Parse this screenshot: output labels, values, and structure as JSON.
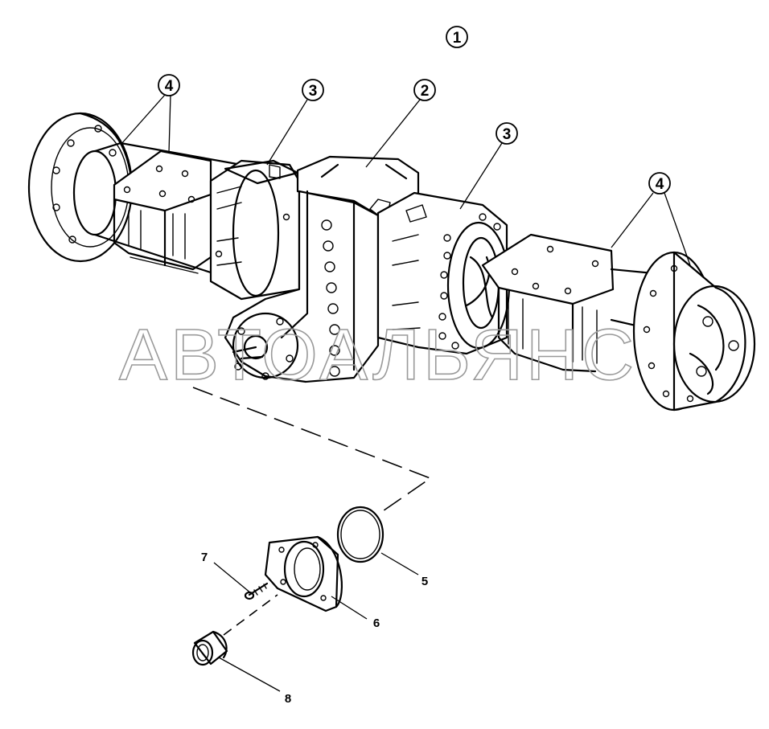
{
  "diagram": {
    "callouts": {
      "assembly": "1",
      "center_housing": "2",
      "brake_left": "3",
      "brake_right": "3",
      "trumpet_left": "4",
      "trumpet_right": "4",
      "o_ring": "5",
      "flange_housing": "6",
      "screw": "7",
      "bushing": "8"
    },
    "watermark": "АВТОАЛЬЯНС"
  }
}
